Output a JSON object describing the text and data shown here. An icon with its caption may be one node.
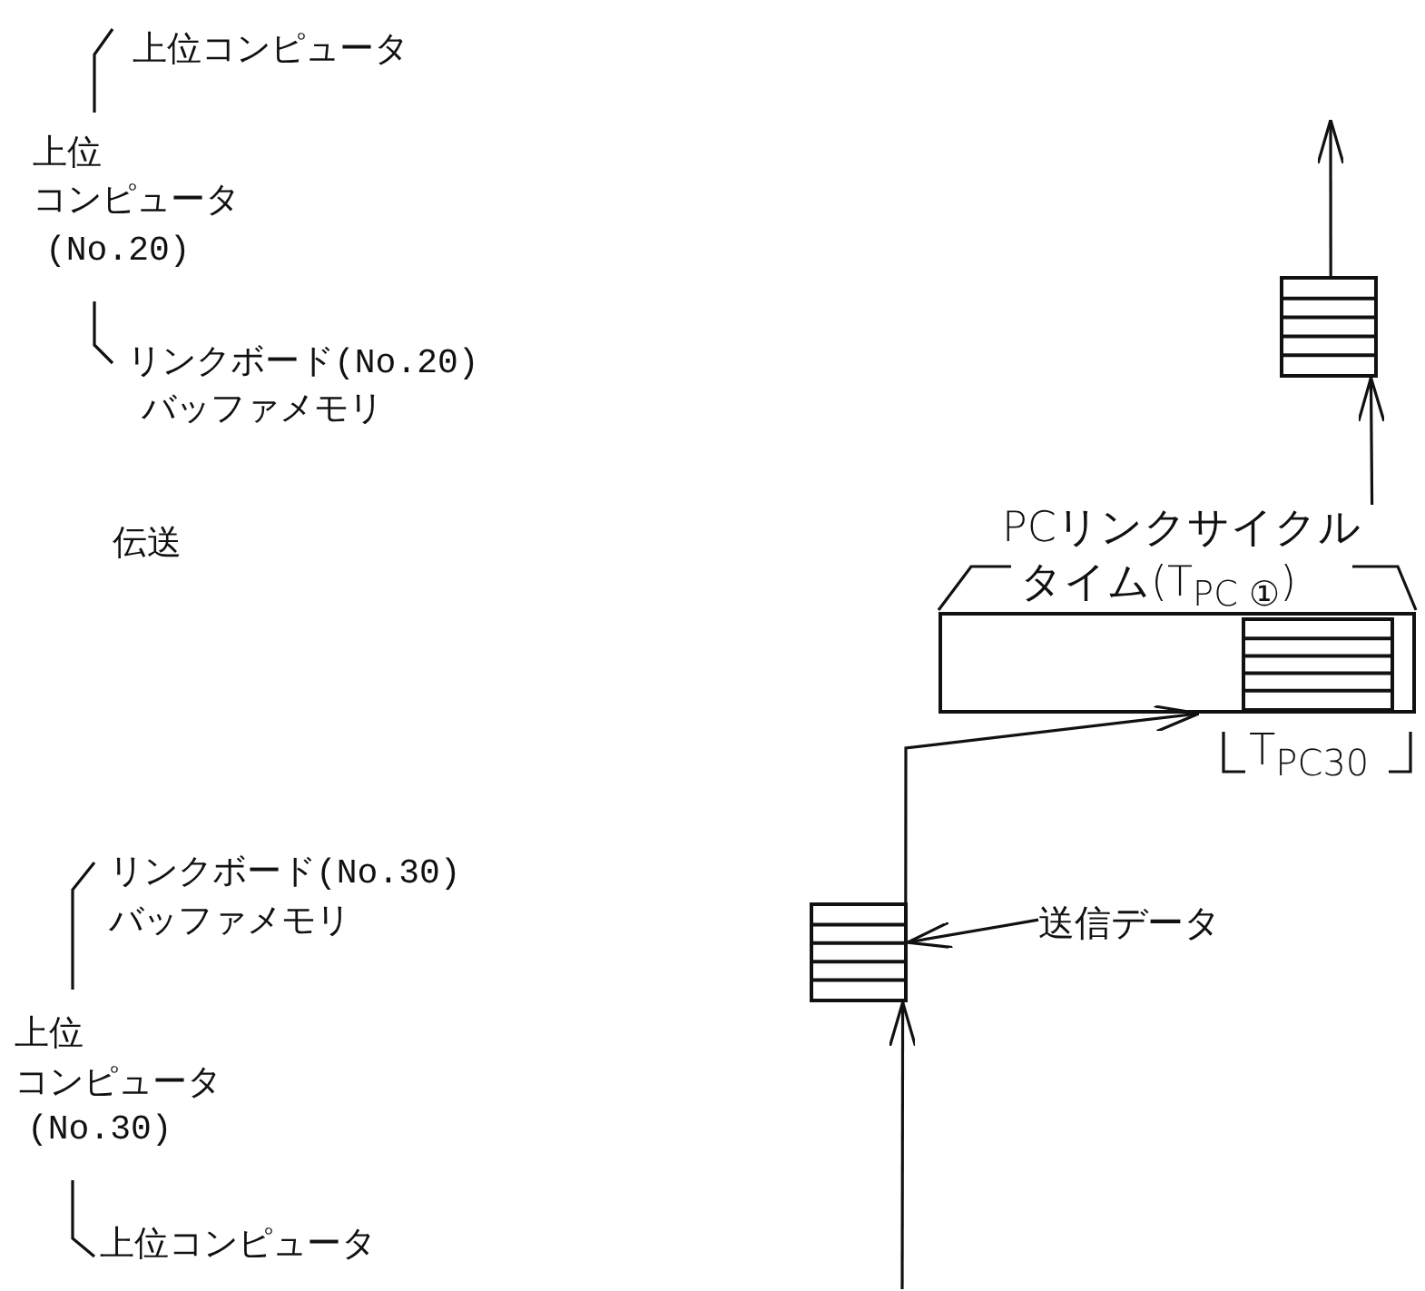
{
  "diagram": {
    "nodes": [
      {
        "text": [],
        "shape": "box"
      },
      {
        "text": [
          "PCリンクサイクル",
          "タイム(T$_{PC ①}$)"
        ]
      },
      {
        "text": [],
        "shape": "box",
        "in": 1,
        "beside": [
          "T$_{PC30}$"
        ]
      },
      {
        "text": [],
        "shape": "box"
      },
      {
        "text": [
          "送信データ"
        ]
      }
    ],
    "edges": [
      {
        "from": null,
        "to": 3,
        "arrow": "to"
      },
      {
        "from": 3,
        "to": 1,
        "arrow": "to"
      },
      {
        "from": 4,
        "to": 3,
        "arrow": "to"
      },
      {
        "from": 1,
        "to": 0,
        "arrow": "to"
      },
      {
        "from": 0,
        "to": null,
        "arrow": "to"
      }
    ],
    "labels": [
      "上位コンピュータ",
      "上位",
      "コンピュータ",
      "(No.20)",
      "リンクボード(No.20)",
      "バッファメモリ",
      "伝送",
      "リンクボード(No.30)",
      "バッファメモリ",
      "上位",
      "コンピュータ",
      "(No.30)",
      "上位コンピュータ"
    ]
  }
}
